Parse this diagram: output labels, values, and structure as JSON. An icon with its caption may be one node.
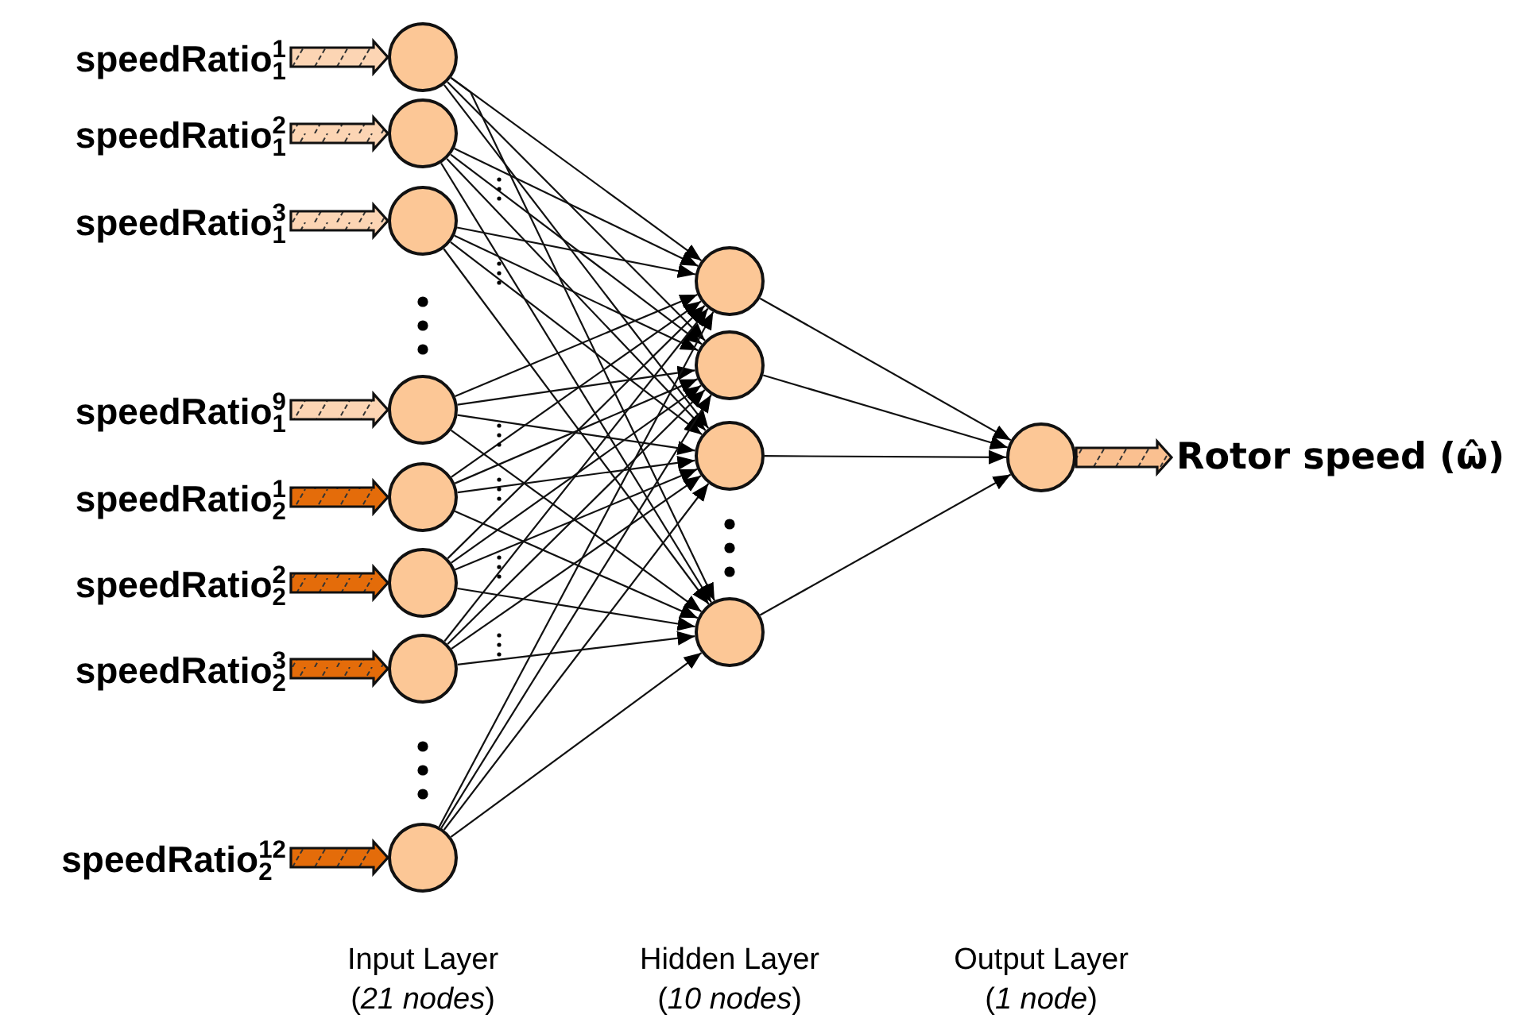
{
  "diagram": {
    "nodes": [
      {
        "text": [
          "speedRatio$_{1}$$^{1}$"
        ]
      },
      {
        "text": [
          "speedRatio$_{1}$$^{2}$"
        ]
      },
      {
        "text": [
          "speedRatio$_{1}$$^{3}$"
        ]
      },
      {
        "text": [
          "speedRatio$_{1}$$^{9}$"
        ]
      },
      {
        "text": [
          "speedRatio$_{2}$$^{1}$"
        ]
      },
      {
        "text": [
          "speedRatio$_{2}$$^{2}$"
        ]
      },
      {
        "text": [
          "speedRatio$_{2}$$^{3}$"
        ]
      },
      {
        "text": [
          "speedRatio$_{2}$$^{12}$"
        ]
      },
      {
        "text": [],
        "shape": "circle"
      },
      {
        "text": [],
        "shape": "circle"
      },
      {
        "text": [],
        "shape": "circle"
      },
      {
        "text": [],
        "shape": "circle"
      },
      {
        "text": [],
        "shape": "circle"
      },
      {
        "text": [],
        "shape": "circle"
      },
      {
        "text": [],
        "shape": "circle"
      },
      {
        "text": [],
        "shape": "circle"
      },
      {
        "text": [],
        "shape": "circle"
      },
      {
        "text": [],
        "shape": "circle"
      },
      {
        "text": [],
        "shape": "circle"
      },
      {
        "text": [],
        "shape": "circle"
      },
      {
        "text": [],
        "shape": "circle"
      },
      {
        "text": [
          "Rotor speed (ω̂)"
        ]
      }
    ],
    "edges": [
      {
        "from": 0,
        "to": 8,
        "arrow": "to",
        "style": "thick",
        "color": "#fcd5b4"
      },
      {
        "from": 1,
        "to": 9,
        "arrow": "to",
        "style": "thick",
        "color": "#fcd5b4"
      },
      {
        "from": 2,
        "to": 10,
        "arrow": "to",
        "style": "thick",
        "color": "#fcd5b4"
      },
      {
        "from": 3,
        "to": 11,
        "arrow": "to",
        "style": "thick",
        "color": "#fcd5b4"
      },
      {
        "from": 4,
        "to": 12,
        "arrow": "to",
        "style": "thick",
        "color": "#e46c0a"
      },
      {
        "from": 5,
        "to": 13,
        "arrow": "to",
        "style": "thick",
        "color": "#e46c0a"
      },
      {
        "from": 6,
        "to": 14,
        "arrow": "to",
        "style": "thick",
        "color": "#e46c0a"
      },
      {
        "from": 7,
        "to": 15,
        "arrow": "to",
        "style": "thick",
        "color": "#e46c0a"
      },
      {
        "from": 8,
        "to": 16,
        "arrow": "to"
      },
      {
        "from": 8,
        "to": 17,
        "arrow": "to"
      },
      {
        "from": 8,
        "to": 18,
        "arrow": "to"
      },
      {
        "from": 8,
        "to": 19,
        "arrow": "to"
      },
      {
        "from": 9,
        "to": 16,
        "arrow": "to"
      },
      {
        "from": 9,
        "to": 17,
        "arrow": "to"
      },
      {
        "from": 9,
        "to": 18,
        "arrow": "to"
      },
      {
        "from": 9,
        "to": 19,
        "arrow": "to"
      },
      {
        "from": 10,
        "to": 16,
        "arrow": "to"
      },
      {
        "from": 10,
        "to": 17,
        "arrow": "to"
      },
      {
        "from": 10,
        "to": 18,
        "arrow": "to"
      },
      {
        "from": 10,
        "to": 19,
        "arrow": "to"
      },
      {
        "from": 11,
        "to": 16,
        "arrow": "to"
      },
      {
        "from": 11,
        "to": 17,
        "arrow": "to"
      },
      {
        "from": 11,
        "to": 18,
        "arrow": "to"
      },
      {
        "from": 11,
        "to": 19,
        "arrow": "to"
      },
      {
        "from": 12,
        "to": 16,
        "arrow": "to"
      },
      {
        "from": 12,
        "to": 17,
        "arrow": "to"
      },
      {
        "from": 12,
        "to": 18,
        "arrow": "to"
      },
      {
        "from": 12,
        "to": 19,
        "arrow": "to"
      },
      {
        "from": 13,
        "to": 16,
        "arrow": "to"
      },
      {
        "from": 13,
        "to": 17,
        "arrow": "to"
      },
      {
        "from": 13,
        "to": 18,
        "arrow": "to"
      },
      {
        "from": 13,
        "to": 19,
        "arrow": "to"
      },
      {
        "from": 14,
        "to": 16,
        "arrow": "to"
      },
      {
        "from": 14,
        "to": 17,
        "arrow": "to"
      },
      {
        "from": 14,
        "to": 18,
        "arrow": "to"
      },
      {
        "from": 14,
        "to": 19,
        "arrow": "to"
      },
      {
        "from": 15,
        "to": 16,
        "arrow": "to"
      },
      {
        "from": 15,
        "to": 17,
        "arrow": "to"
      },
      {
        "from": 15,
        "to": 18,
        "arrow": "to"
      },
      {
        "from": 15,
        "to": 19,
        "arrow": "to"
      },
      {
        "from": 16,
        "to": 20,
        "arrow": "to"
      },
      {
        "from": 17,
        "to": 20,
        "arrow": "to"
      },
      {
        "from": 18,
        "to": 20,
        "arrow": "to"
      },
      {
        "from": 19,
        "to": 20,
        "arrow": "to"
      },
      {
        "from": 20,
        "to": 21,
        "arrow": "to",
        "style": "thick",
        "color": "#fac090"
      }
    ],
    "labels": [
      "Input Layer",
      "(*21 nodes*)",
      "Hidden Layer",
      "(*10 nodes*)",
      "Output Layer",
      "(*1 node*)"
    ]
  }
}
